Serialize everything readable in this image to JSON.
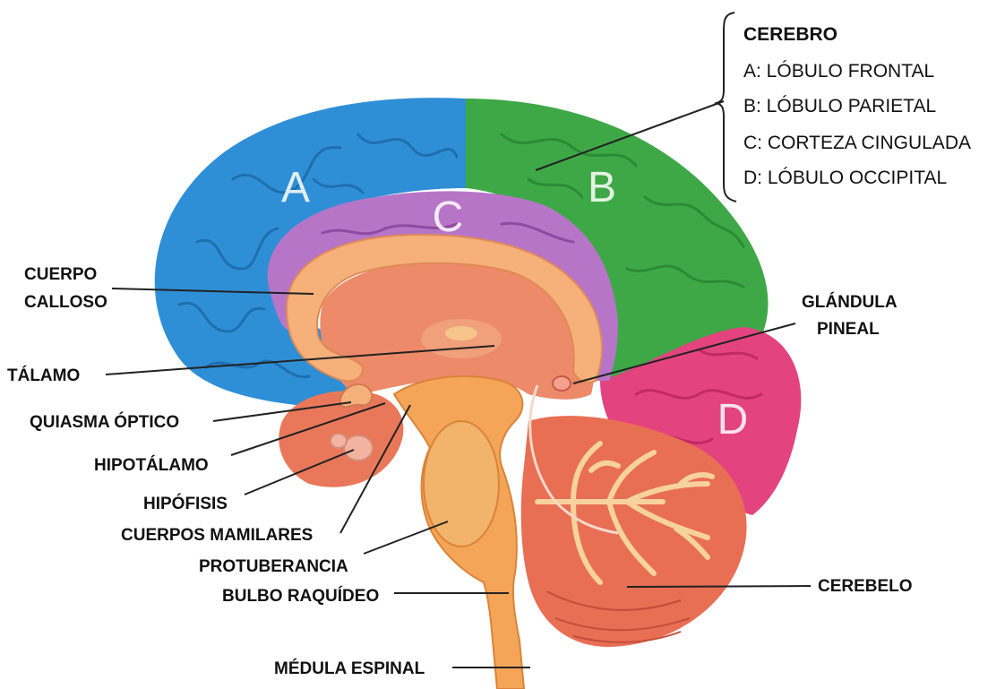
{
  "legend": {
    "title": "CEREBRO",
    "items": [
      {
        "letter": "A",
        "text": "A: LÓBULO FRONTAL",
        "color": "#2f8fd6"
      },
      {
        "letter": "B",
        "text": "B: LÓBULO PARIETAL",
        "color": "#3ea847"
      },
      {
        "letter": "C",
        "text": "C: CORTEZA CINGULADA",
        "color": "#b775c8"
      },
      {
        "letter": "D",
        "text": "D: LÓBULO OCCIPITAL",
        "color": "#e3437e"
      }
    ]
  },
  "region_letters": {
    "a": "A",
    "b": "B",
    "c": "C",
    "d": "D"
  },
  "labels": {
    "cuerpo_calloso_1": "CUERPO",
    "cuerpo_calloso_2": "CALLOSO",
    "talamo": "TÁLAMO",
    "quiasma_optico": "QUIASMA ÓPTICO",
    "hipotalamo": "HIPOTÁLAMO",
    "hipofisis": "HIPÓFISIS",
    "cuerpos_mamilares": "CUERPOS MAMILARES",
    "protuberancia": "PROTUBERANCIA",
    "bulbo_raquideo": "BULBO RAQUÍDEO",
    "medula_espinal": "MÉDULA ESPINAL",
    "glandula_pineal_1": "GLÁNDULA",
    "glandula_pineal_2": "PINEAL",
    "cerebelo": "CEREBELO"
  }
}
